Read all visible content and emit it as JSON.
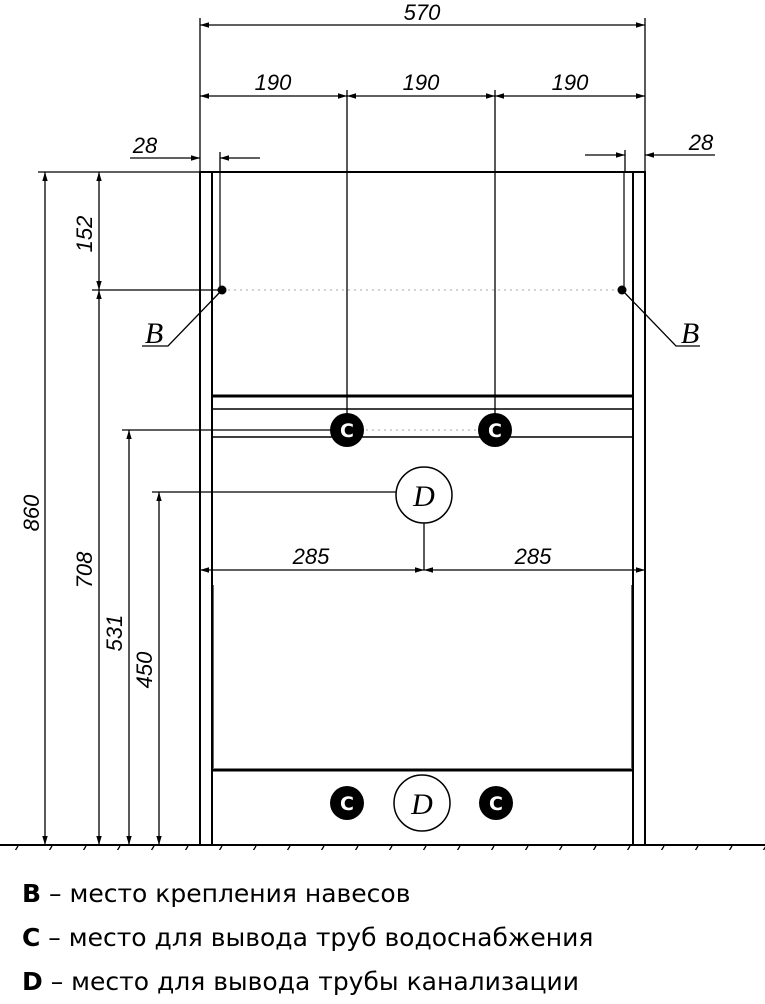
{
  "dimensions": {
    "total_width": "570",
    "section_1": "190",
    "section_2": "190",
    "section_3": "190",
    "side_left": "28",
    "side_right": "28",
    "top_offset": "152",
    "height_total": "860",
    "height_b": "708",
    "height_c": "531",
    "height_d": "450",
    "half_left": "285",
    "half_right": "285"
  },
  "markers": {
    "b_left": "B",
    "b_right": "B",
    "c_symbol": "C",
    "d_upper": "D",
    "d_lower": "D"
  },
  "legend": [
    {
      "key": "B",
      "text": " – место крепления навесов"
    },
    {
      "key": "C",
      "text": " – место для вывода труб водоснабжения"
    },
    {
      "key": "D",
      "text": " – место для вывода трубы канализации"
    }
  ]
}
